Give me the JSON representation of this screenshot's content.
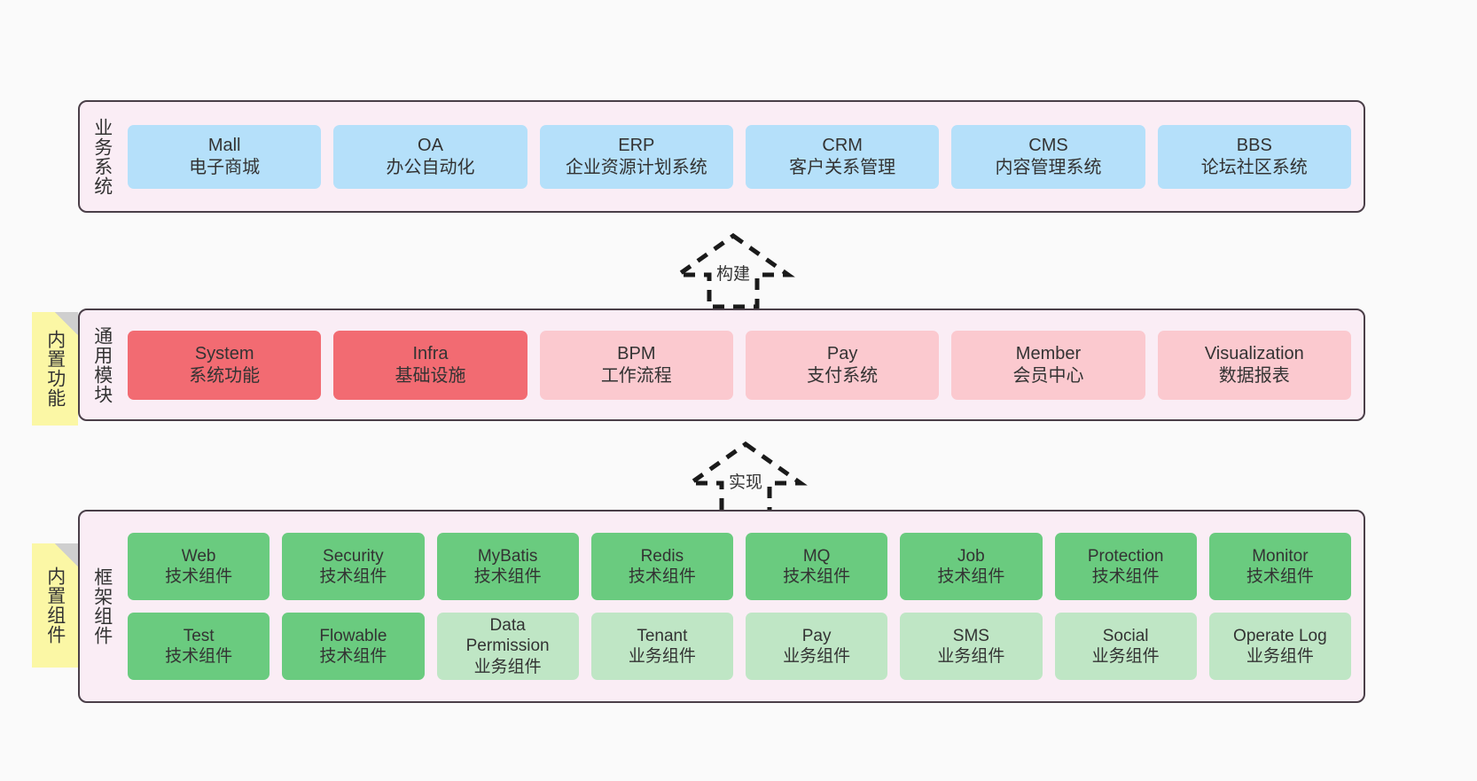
{
  "page": {
    "background": "#fafafa",
    "note_color": "#FBF7A5",
    "layer_fill": "#FAEDF5",
    "layer_border": "#4a3f48"
  },
  "side_notes": [
    {
      "name": "builtin-function",
      "text": "内置功能"
    },
    {
      "name": "builtin-component",
      "text": "内置组件"
    }
  ],
  "connectors": [
    {
      "name": "build",
      "label": "构建",
      "style": "dashed-hollow-arrow",
      "direction": "up"
    },
    {
      "name": "implement",
      "label": "实现",
      "style": "dashed-hollow-arrow",
      "direction": "up"
    }
  ],
  "layers": [
    {
      "id": "business",
      "title": "业务系统",
      "color": "#B5E0FA",
      "nodes": [
        {
          "l1": "Mall",
          "l2": "电子商城",
          "color": "#B5E0FA"
        },
        {
          "l1": "OA",
          "l2": "办公自动化",
          "color": "#B5E0FA"
        },
        {
          "l1": "ERP",
          "l2": "企业资源计划系统",
          "color": "#B5E0FA"
        },
        {
          "l1": "CRM",
          "l2": "客户关系管理",
          "color": "#B5E0FA"
        },
        {
          "l1": "CMS",
          "l2": "内容管理系统",
          "color": "#B5E0FA"
        },
        {
          "l1": "BBS",
          "l2": "论坛社区系统",
          "color": "#B5E0FA"
        }
      ]
    },
    {
      "id": "module",
      "title": "通用模块",
      "colors": {
        "strong": "#F26B72",
        "light": "#FBC9CF"
      },
      "nodes": [
        {
          "l1": "System",
          "l2": "系统功能",
          "color": "#F26B72"
        },
        {
          "l1": "Infra",
          "l2": "基础设施",
          "color": "#F26B72"
        },
        {
          "l1": "BPM",
          "l2": "工作流程",
          "color": "#FBC9CF"
        },
        {
          "l1": "Pay",
          "l2": "支付系统",
          "color": "#FBC9CF"
        },
        {
          "l1": "Member",
          "l2": "会员中心",
          "color": "#FBC9CF"
        },
        {
          "l1": "Visualization",
          "l2": "数据报表",
          "color": "#FBC9CF"
        }
      ]
    },
    {
      "id": "framework",
      "title": "框架组件",
      "colors": {
        "tech": "#6ACB7F",
        "business": "#BFE6C5"
      },
      "rows": [
        [
          {
            "l1": "Web",
            "l2": "技术组件",
            "color": "#6ACB7F"
          },
          {
            "l1": "Security",
            "l2": "技术组件",
            "color": "#6ACB7F"
          },
          {
            "l1": "MyBatis",
            "l2": "技术组件",
            "color": "#6ACB7F"
          },
          {
            "l1": "Redis",
            "l2": "技术组件",
            "color": "#6ACB7F"
          },
          {
            "l1": "MQ",
            "l2": "技术组件",
            "color": "#6ACB7F"
          },
          {
            "l1": "Job",
            "l2": "技术组件",
            "color": "#6ACB7F"
          },
          {
            "l1": "Protection",
            "l2": "技术组件",
            "color": "#6ACB7F"
          },
          {
            "l1": "Monitor",
            "l2": "技术组件",
            "color": "#6ACB7F"
          }
        ],
        [
          {
            "l1": "Test",
            "l2": "技术组件",
            "color": "#6ACB7F"
          },
          {
            "l1": "Flowable",
            "l2": "技术组件",
            "color": "#6ACB7F"
          },
          {
            "l1": "Data",
            "l2": "Permission",
            "l3": "业务组件",
            "color": "#BFE6C5"
          },
          {
            "l1": "Tenant",
            "l2": "业务组件",
            "color": "#BFE6C5"
          },
          {
            "l1": "Pay",
            "l2": "业务组件",
            "color": "#BFE6C5"
          },
          {
            "l1": "SMS",
            "l2": "业务组件",
            "color": "#BFE6C5"
          },
          {
            "l1": "Social",
            "l2": "业务组件",
            "color": "#BFE6C5"
          },
          {
            "l1": "Operate Log",
            "l2": "业务组件",
            "color": "#BFE6C5"
          }
        ]
      ]
    }
  ]
}
